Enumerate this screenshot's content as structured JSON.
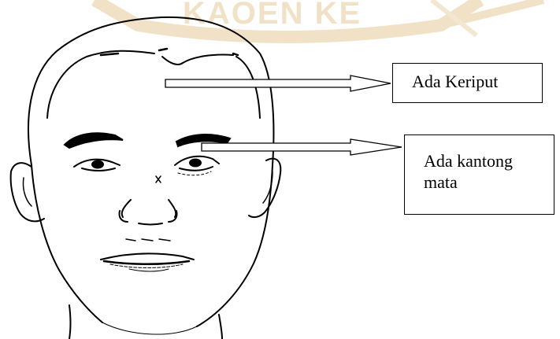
{
  "watermark": {
    "text": "KAOEN KE"
  },
  "colors": {
    "line": "#000000",
    "watermark": "#f1e2c7",
    "background": "#ffffff"
  },
  "callouts": [
    {
      "label": "Ada Keriput"
    },
    {
      "label_line1": "Ada kantong",
      "label_line2": "mata"
    }
  ]
}
